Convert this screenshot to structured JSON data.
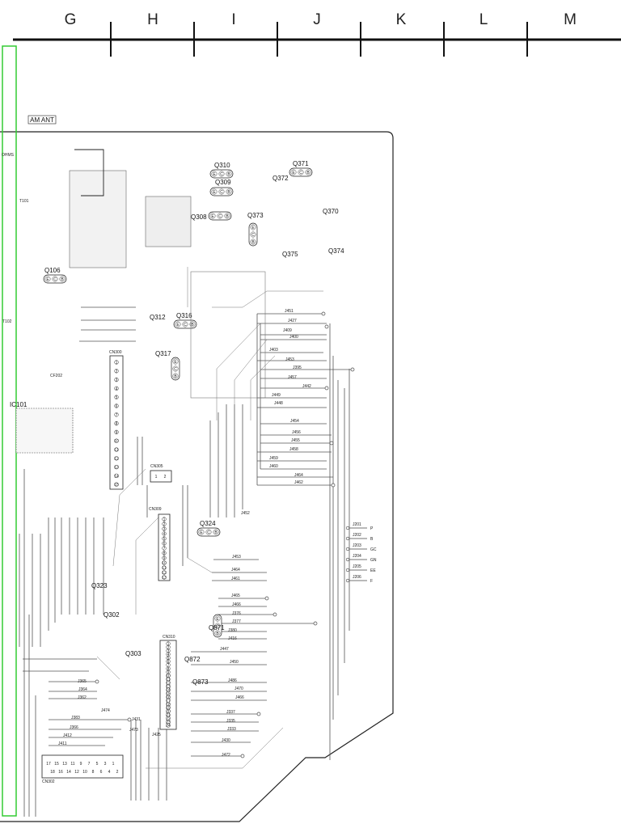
{
  "zone_labels": [
    "G",
    "H",
    "I",
    "J",
    "K",
    "L",
    "M"
  ],
  "antenna_label": "AM ANT",
  "components": {
    "q310": "Q310",
    "q309": "Q309",
    "q308": "Q308",
    "q371": "Q371",
    "q372": "Q372",
    "q373": "Q373",
    "q370": "Q370",
    "q375": "Q375",
    "q374": "Q374",
    "q106": "Q106",
    "q312": "Q312",
    "q316": "Q316",
    "q317": "Q317",
    "q324": "Q324",
    "q323": "Q323",
    "q302": "Q302",
    "q303": "Q303",
    "q871": "Q871",
    "q872": "Q872",
    "q873": "Q873",
    "ic101": "IC101",
    "cn300": "CN300",
    "cn305": "CN305",
    "cn309": "CN309",
    "cn310": "CN310",
    "cn302": "CN302",
    "ohms": "OHMS",
    "t101": "T101",
    "t102": "T102",
    "cf202": "CF202"
  },
  "jumpers_right": [
    "J451",
    "J427",
    "J409",
    "J400",
    "J403",
    "J453",
    "J395",
    "J457",
    "J442",
    "J449",
    "J448",
    "J454",
    "J456",
    "J455",
    "J458",
    "J459",
    "J460",
    "J464",
    "J462"
  ],
  "jumpers_lower": [
    "J452",
    "J453",
    "J464",
    "J461",
    "J465",
    "J466",
    "J376",
    "J377",
    "J380",
    "J416",
    "J447",
    "J450",
    "J486",
    "J470",
    "J466",
    "J337",
    "J335",
    "J333",
    "J430",
    "J472"
  ],
  "jumpers_left": [
    "J365",
    "J364",
    "J362",
    "J383",
    "J366",
    "J412",
    "J411",
    "J474",
    "J431",
    "J473",
    "J425"
  ],
  "connector_pins": {
    "labels": [
      "J201",
      "J202",
      "J203",
      "J204",
      "J205",
      "J206"
    ],
    "signals": [
      "P",
      "B",
      "GC",
      "GN",
      "EE",
      "F"
    ]
  },
  "cn300_pins": [
    "1",
    "2",
    "3",
    "4",
    "5",
    "6",
    "7",
    "8",
    "9",
    "10",
    "11",
    "12",
    "13",
    "14",
    "15"
  ],
  "cn309_pins": [
    "1",
    "2",
    "3",
    "4",
    "5",
    "6",
    "7",
    "8",
    "9",
    "10",
    "11",
    "12",
    "13"
  ],
  "cn310_pins": [
    "1",
    "2",
    "3",
    "4",
    "5",
    "6",
    "7",
    "8",
    "9",
    "10",
    "11",
    "12",
    "13",
    "14",
    "15",
    "16",
    "17",
    "18",
    "19",
    "20",
    "21",
    "22",
    "23",
    "24"
  ],
  "cn302_pins_top": [
    "17",
    "15",
    "13",
    "11",
    "9",
    "7",
    "5",
    "3",
    "1"
  ],
  "cn302_pins_bottom": [
    "18",
    "16",
    "14",
    "12",
    "10",
    "8",
    "6",
    "4",
    "2"
  ],
  "cn305_pins": [
    "1",
    "2"
  ],
  "transistor_pins": [
    "E",
    "C",
    "B"
  ],
  "colors": {
    "highlight": "#33cc33",
    "trace": "#555555",
    "outline": "#222222"
  }
}
